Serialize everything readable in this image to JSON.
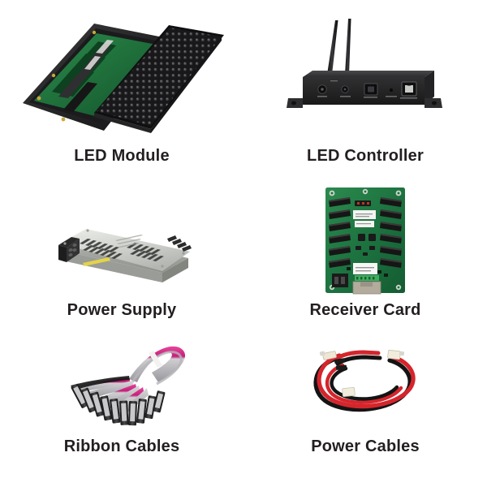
{
  "page": {
    "background_color": "#ffffff",
    "layout": "2-column x 3-row product grid",
    "caption_color": "#231f20"
  },
  "products": [
    {
      "id": "led-module",
      "label": "LED Module",
      "icon": "led-module-image",
      "colors": {
        "panel": "#1c1c1e",
        "pcb": "#1f7a3d",
        "pixel": "#3a3a3c",
        "frame": "#2b2b2d"
      },
      "description": "Two black LED matrix panels, one face up showing pixel dot grid, one showing green PCB rear"
    },
    {
      "id": "led-controller",
      "label": "LED Controller",
      "icon": "led-controller-image",
      "colors": {
        "body": "#2a2a2c",
        "top": "#3c3c3e",
        "antenna": "#151517"
      },
      "ports": [
        "PWR",
        "AUDIO",
        "USB-B",
        "RESET",
        "LED-OUT"
      ],
      "description": "Black metal chassis with two WiFi antennas and front panel ports"
    },
    {
      "id": "power-supply",
      "label": "Power Supply",
      "icon": "power-supply-image",
      "colors": {
        "case": "#d6d7d4",
        "shadow": "#a9aaa6",
        "terminal": "#2b2b2b",
        "sticker": "#e8d84a"
      },
      "description": "Slim silver switching power supply with vent slots and screw terminal block"
    },
    {
      "id": "receiver-card",
      "label": "Receiver Card",
      "icon": "receiver-card-image",
      "colors": {
        "pcb": "#1f7a43",
        "connector": "#1a1a1a",
        "label": "#f2f2f0",
        "rj45": "#b8b0a0"
      },
      "connector_count": 12,
      "description": "Green PCB receiving card with twelve HUB75 connectors and RJ45 port"
    },
    {
      "id": "ribbon-cables",
      "label": "Ribbon Cables",
      "icon": "ribbon-cables-image",
      "colors": {
        "ribbon_edge": "#d62a7e",
        "ribbon_body": "#b9b9bd",
        "connector": "#262626",
        "tie": "#f0f0ee"
      },
      "description": "Bundle of pink and grey flat ribbon cables fanned out with black IDC connectors"
    },
    {
      "id": "power-cables",
      "label": "Power Cables",
      "icon": "power-cables-image",
      "colors": {
        "red": "#d8232a",
        "black": "#1a1a1a",
        "connector": "#efe6d2"
      },
      "description": "Coiled red and black power wires with white plug connectors"
    }
  ]
}
